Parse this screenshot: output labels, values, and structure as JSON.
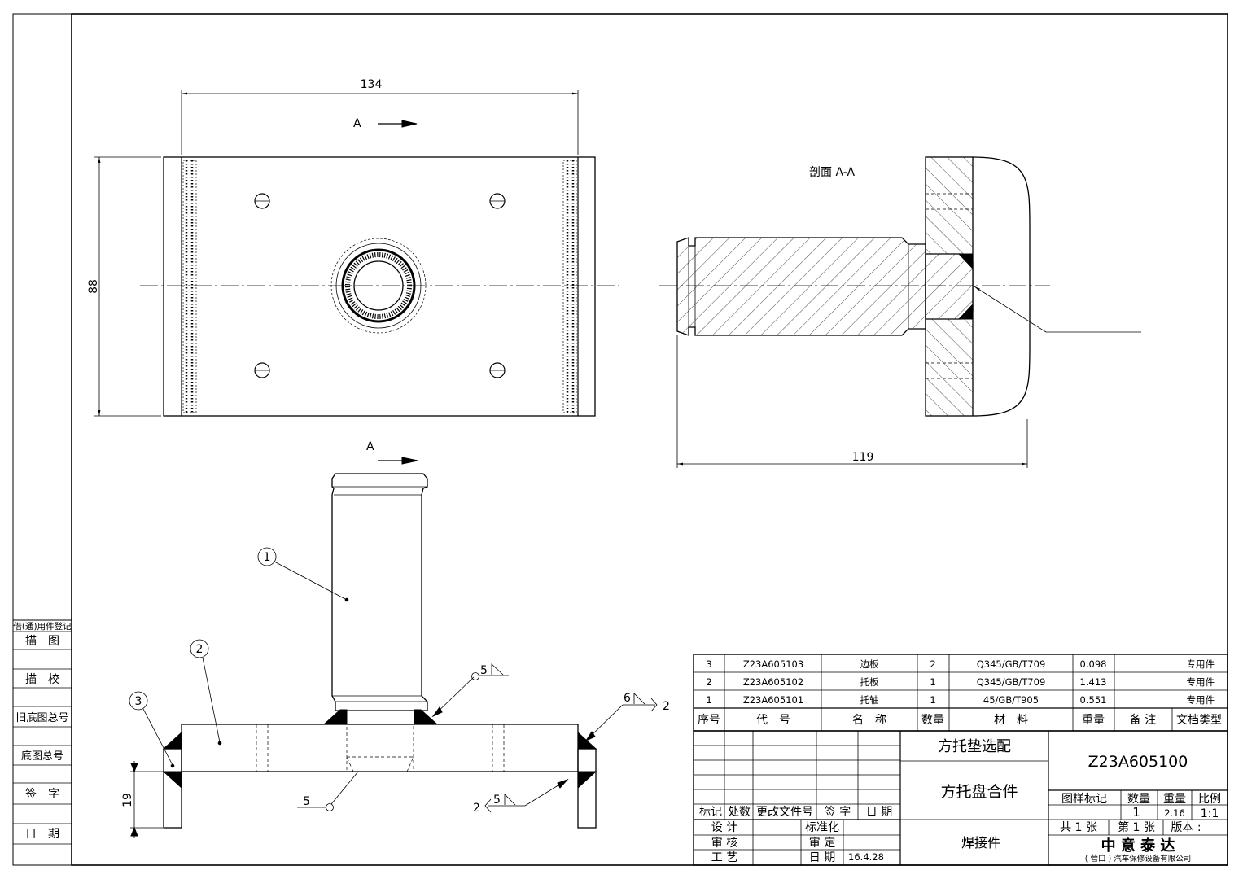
{
  "dimensions": {
    "width": "134",
    "height": "88",
    "length": "119",
    "lower_height": "19"
  },
  "section": {
    "arrow_label": "A",
    "title": "剖面 A-A"
  },
  "balloons": [
    "1",
    "2",
    "3"
  ],
  "welds": {
    "top": "5",
    "bottom": "5",
    "right_side": "6",
    "right_count": "2",
    "bottom_right": "5",
    "bottom_right_count": "2"
  },
  "sidebar": {
    "title": "借(通)用件登记",
    "items": [
      "描　图",
      "描　校",
      "旧底图总号",
      "底图总号",
      "签　字",
      "日　期"
    ]
  },
  "bom": {
    "rows": [
      {
        "no": "3",
        "code": "Z23A605103",
        "name": "边板",
        "qty": "2",
        "material": "Q345/GB/T709",
        "weight": "0.098",
        "note": "专用件"
      },
      {
        "no": "2",
        "code": "Z23A605102",
        "name": "托板",
        "qty": "1",
        "material": "Q345/GB/T709",
        "weight": "1.413",
        "note": "专用件"
      },
      {
        "no": "1",
        "code": "Z23A605101",
        "name": "托轴",
        "qty": "1",
        "material": "45/GB/T905",
        "weight": "0.551",
        "note": "专用件"
      }
    ],
    "headers": {
      "no": "序号",
      "code": "代　号",
      "name": "名　称",
      "qty": "数量",
      "material": "材　料",
      "weight": "重量",
      "note": "备 注",
      "doctype": "文档类型"
    }
  },
  "title_block": {
    "revision_headers": [
      "标记",
      "处数",
      "更改文件号",
      "签 字",
      "日 期"
    ],
    "design": "设 计",
    "standardize": "标准化",
    "review": "审 核",
    "approve": "审 定",
    "process": "工 艺",
    "date_label": "日 期",
    "date_value": "16.4.28",
    "series_name": "方托垫选配",
    "part_name": "方托盘合件",
    "part_type": "焊接件",
    "drawing_no": "Z23A605100",
    "mark_label": "图样标记",
    "qty_label": "数量",
    "weight_label": "重量",
    "scale_label": "比例",
    "qty_value": "1",
    "weight_value": "2.16",
    "scale_value": "1:1",
    "sheets_total": "共 1 张",
    "sheet_no": "第 1 张",
    "version_label": "版本 :",
    "company": "中 意 泰 达",
    "company_sub": "( 营口 ) 汽车保修设备有限公司"
  }
}
